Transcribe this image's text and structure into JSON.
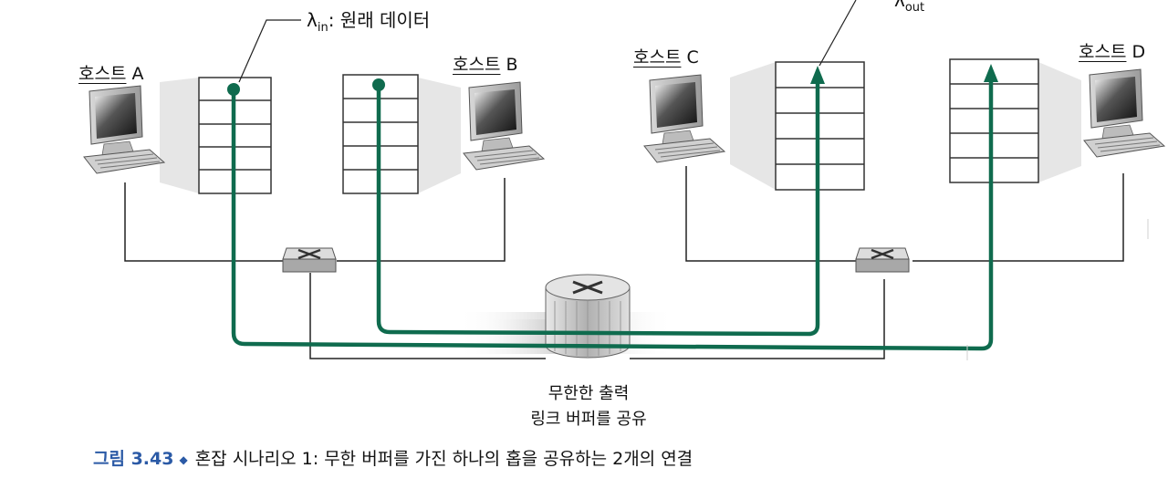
{
  "hosts": [
    {
      "id": "A",
      "label_prefix": "호스트",
      "label_letter": "A"
    },
    {
      "id": "B",
      "label_prefix": "호스트",
      "label_letter": "B"
    },
    {
      "id": "C",
      "label_prefix": "호스트",
      "label_letter": "C"
    },
    {
      "id": "D",
      "label_prefix": "호스트",
      "label_letter": "D"
    }
  ],
  "lambda_in": {
    "symbol": "λ",
    "sub": "in",
    "text": ": 원래 데이터"
  },
  "lambda_out": {
    "symbol": "λ",
    "sub": "out"
  },
  "router_caption": {
    "line1": "무한한 출력",
    "line2": "링크 버퍼를 공유"
  },
  "figure_caption": {
    "number": "그림 3.43",
    "diamond": "◆",
    "text": "혼잡 시나리오 1: 무한 버퍼를 가진 하나의 홉을 공유하는 2개의 연결"
  },
  "colors": {
    "flow": "#0f6b4e",
    "line": "#222222",
    "buffer_fill": "#ffffff",
    "shadow": "#e6e6e6"
  },
  "icons": [
    "computer-icon",
    "switch-icon",
    "router-icon"
  ]
}
